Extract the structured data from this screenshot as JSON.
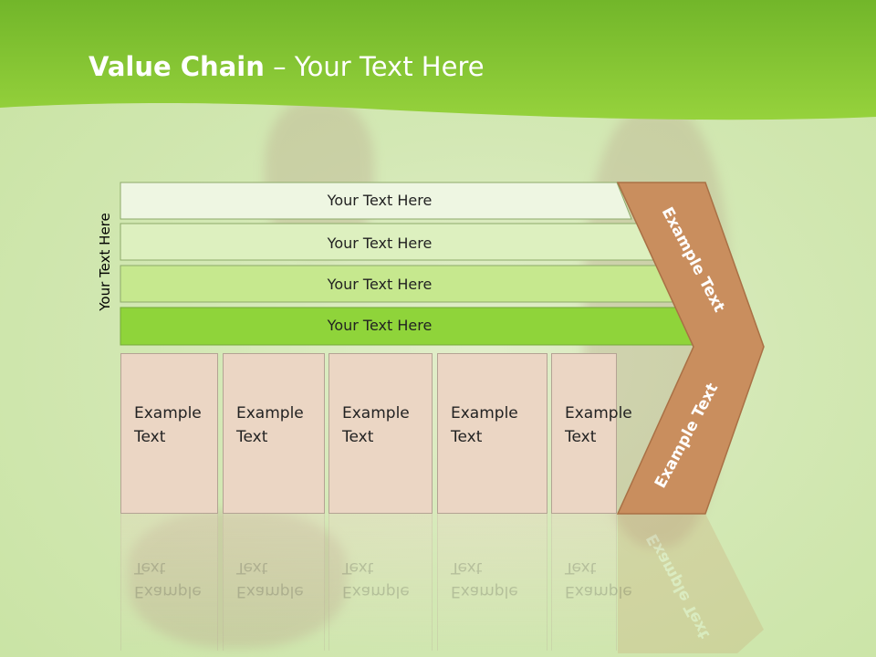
{
  "title": {
    "bold": "Value Chain",
    "rest": " – Your Text Here"
  },
  "vertical_label": "Your Text Here",
  "rows": [
    "Your Text Here",
    "Your Text Here",
    "Your Text Here",
    "Your Text Here"
  ],
  "boxes": [
    {
      "line1": "Example",
      "line2": "Text"
    },
    {
      "line1": "Example",
      "line2": "Text"
    },
    {
      "line1": "Example",
      "line2": "Text"
    },
    {
      "line1": "Example",
      "line2": "Text"
    },
    {
      "line1": "Example",
      "line2": "Text"
    }
  ],
  "chevron": {
    "top_label": "Example Text",
    "bottom_label": "Example Text"
  },
  "colors": {
    "header_green": "#8cc63f",
    "row_fills": [
      "#eef6e2",
      "#ddf0bf",
      "#c6e88e",
      "#8fd43a"
    ],
    "chevron": "#c98e5e",
    "box_fill": "#ebd6c4"
  }
}
